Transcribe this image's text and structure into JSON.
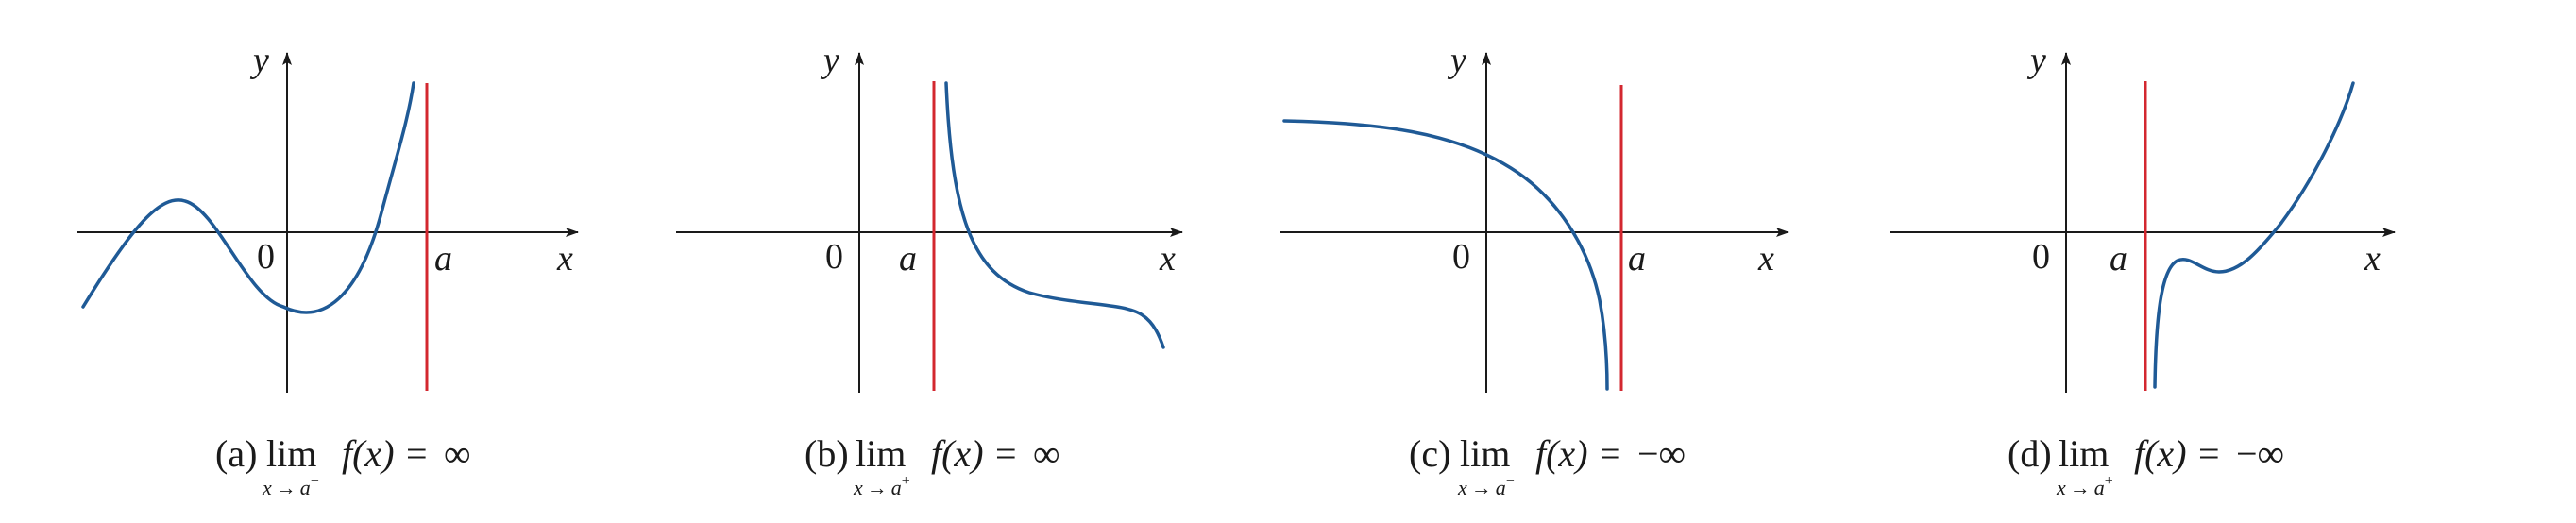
{
  "colors": {
    "axis": "#1a1a1a",
    "curve": "#1f5a96",
    "asymptote": "#d3272f"
  },
  "panels": [
    {
      "id": "a",
      "origin_label": "0",
      "a_label": "a",
      "x_label": "x",
      "y_label": "y",
      "caption": {
        "letter": "(a)",
        "lim": "lim",
        "sub_var": "x",
        "sub_arrow": "→",
        "sub_target": "a",
        "sub_side": "−",
        "fx": "f(x)",
        "eq": "=",
        "value": "∞"
      }
    },
    {
      "id": "b",
      "origin_label": "0",
      "a_label": "a",
      "x_label": "x",
      "y_label": "y",
      "caption": {
        "letter": "(b)",
        "lim": "lim",
        "sub_var": "x",
        "sub_arrow": "→",
        "sub_target": "a",
        "sub_side": "+",
        "fx": "f(x)",
        "eq": "=",
        "value": "∞"
      }
    },
    {
      "id": "c",
      "origin_label": "0",
      "a_label": "a",
      "x_label": "x",
      "y_label": "y",
      "caption": {
        "letter": "(c)",
        "lim": "lim",
        "sub_var": "x",
        "sub_arrow": "→",
        "sub_target": "a",
        "sub_side": "−",
        "fx": "f(x)",
        "eq": "=",
        "value": "−∞"
      }
    },
    {
      "id": "d",
      "origin_label": "0",
      "a_label": "a",
      "x_label": "x",
      "y_label": "y",
      "caption": {
        "letter": "(d)",
        "lim": "lim",
        "sub_var": "x",
        "sub_arrow": "→",
        "sub_target": "a",
        "sub_side": "+",
        "fx": "f(x)",
        "eq": "=",
        "value": "−∞"
      }
    }
  ]
}
